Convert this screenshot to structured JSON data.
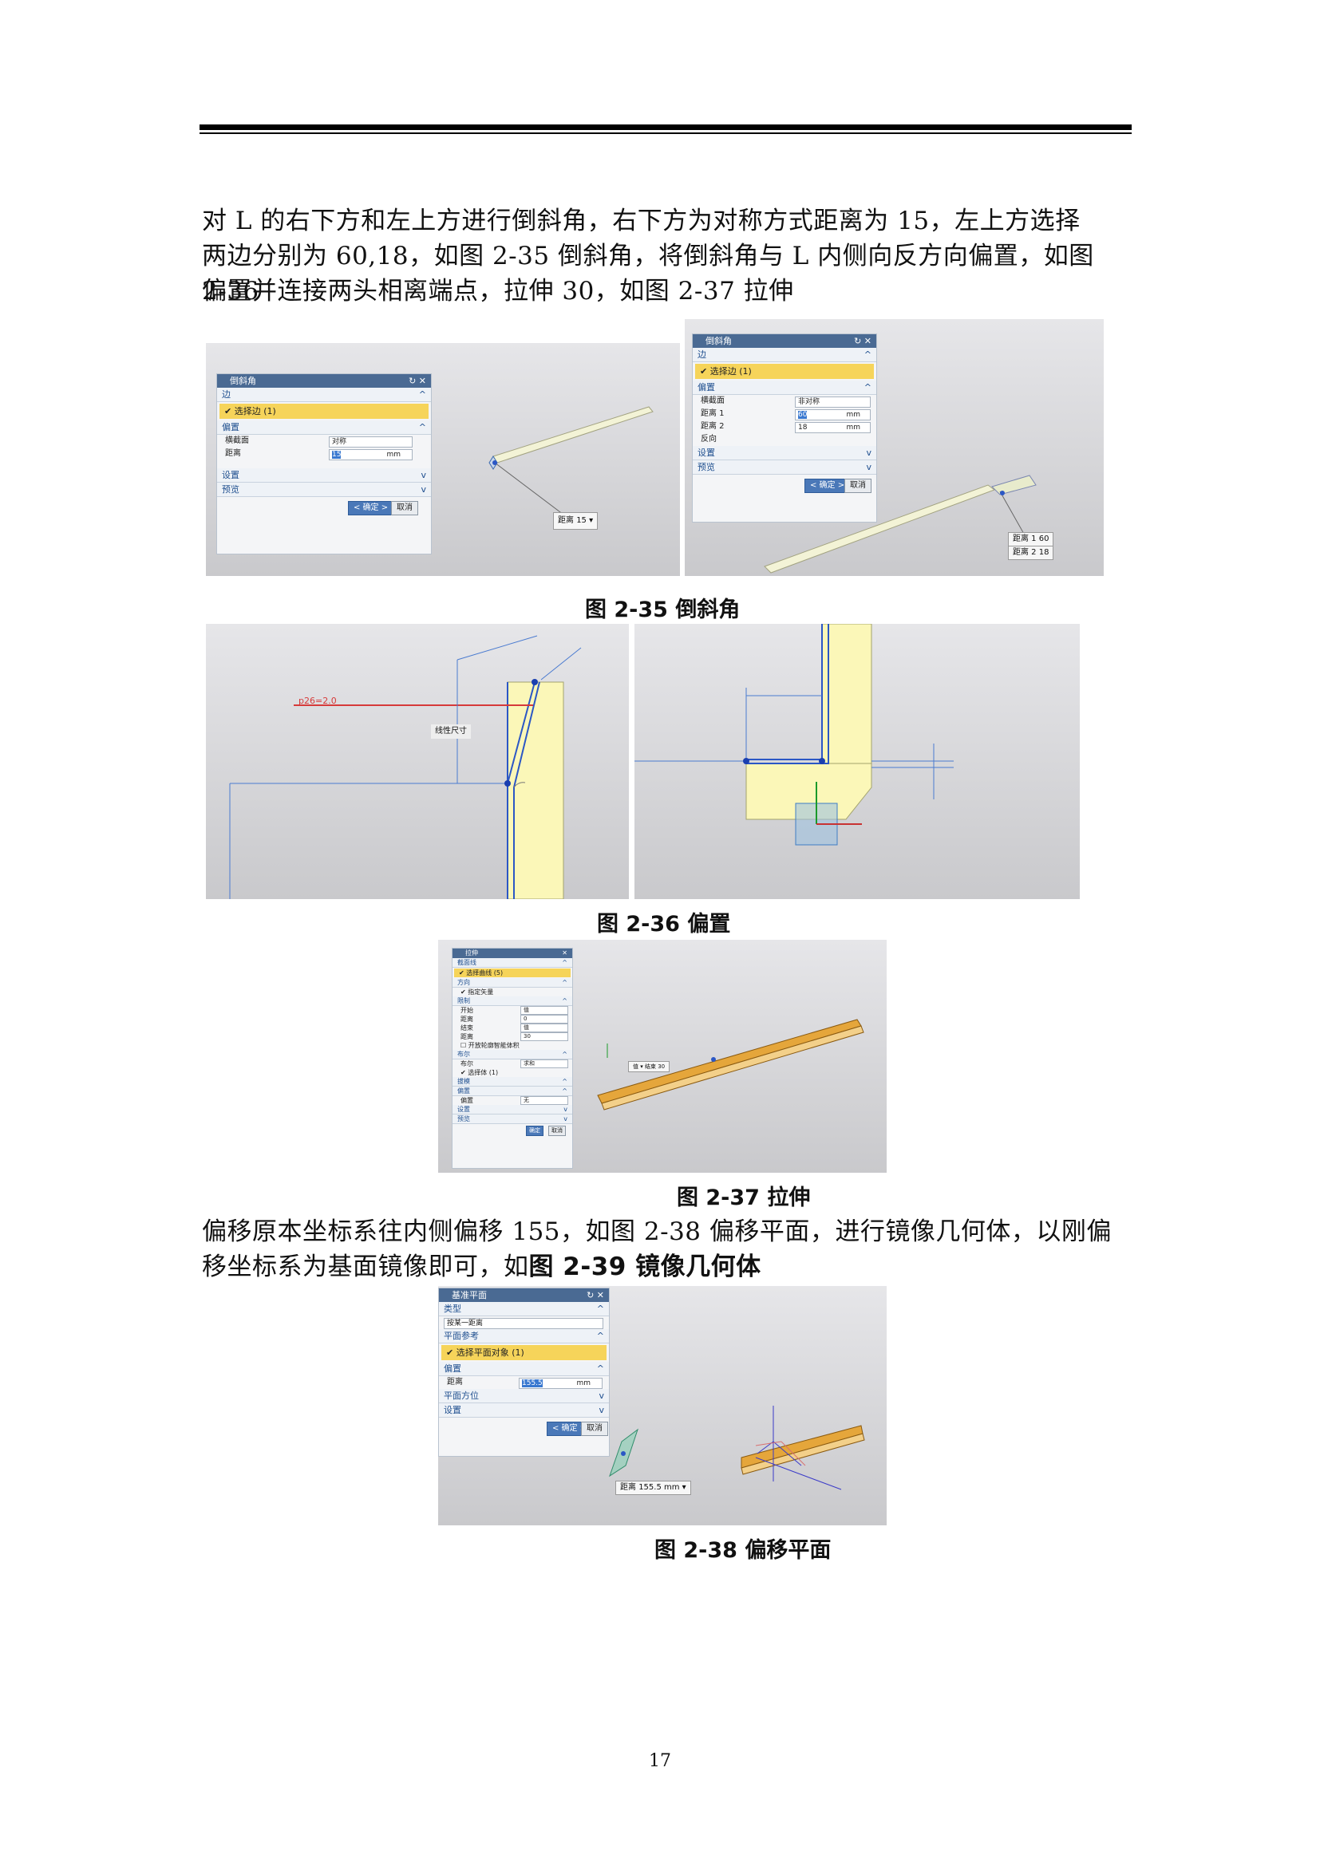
{
  "paragraphs": {
    "p1_line1": "对 L 的右下方和左上方进行倒斜角，右下方为对称方式距离为 15，左上方选择",
    "p1_line2": "两边分别为 60,18，如图 2-35 倒斜角，将倒斜角与 L 内侧向反方向偏置，如图 2-36",
    "p1_line3": "偏置并连接两头相离端点，拉伸 30，如图 2-37 拉伸",
    "p2_line1": "偏移原本坐标系往内侧偏移 155，如图 2-38 偏移平面，进行镜像几何体，以刚偏",
    "p2_line2_plain": "移坐标系为基面镜像即可，如",
    "p2_line2_bold": "图 2-39 镜像几何体"
  },
  "captions": {
    "fig35": "图 2-35 倒斜角",
    "fig36": "图 2-36 偏置",
    "fig37": "图 2-37 拉伸",
    "fig38": "图 2-38 偏移平面"
  },
  "fig35a": {
    "title": "倒斜角",
    "sec_edge": "边",
    "select_edge": "✔ 选择边 (1)",
    "sec_offset": "偏置",
    "cross_section_label": "横截面",
    "cross_section_value": "对称",
    "distance_label": "距离",
    "distance_value": "15",
    "unit": "mm",
    "sec_settings": "设置",
    "sec_preview": "预览",
    "ok": "< 确定 >",
    "cancel": "取消",
    "tip_label": "距离",
    "tip_value": "15"
  },
  "fig35b": {
    "title": "倒斜角",
    "sec_edge": "边",
    "select_edge": "✔ 选择边 (1)",
    "sec_offset": "偏置",
    "cross_section_label": "横截面",
    "cross_section_value": "非对称",
    "distance1_label": "距离 1",
    "distance1_value": "60",
    "distance2_label": "距离 2",
    "distance2_value": "18",
    "unit": "mm",
    "reverse_label": "反向",
    "sec_settings": "设置",
    "sec_preview": "预览",
    "ok": "< 确定 >",
    "cancel": "取消",
    "tip1": "距离 1  60",
    "tip2": "距离 2  18"
  },
  "fig36": {
    "red_label": "p26=2.0",
    "dim_tip": "线性尺寸"
  },
  "fig37": {
    "title": "拉伸",
    "sec_section": "截面线",
    "select_curve": "✔ 选择曲线 (5)",
    "sec_direction": "方向",
    "specify_vector": "✔ 指定矢量",
    "sec_limits": "限制",
    "start": "开始",
    "start_value": "值",
    "distance": "距离",
    "distance_value": "0",
    "end": "结束",
    "end_value": "值",
    "end_distance": "距离",
    "end_distance_value": "30",
    "unit": "mm",
    "open_profile": "开放轮廓智能体积",
    "sec_boolean": "布尔",
    "boolean": "布尔",
    "boolean_value": "求和",
    "select_body": "✔ 选择体 (1)",
    "sec_draft": "拔模",
    "sec_offset": "偏置",
    "offset": "偏置",
    "offset_value": "无",
    "sec_settings": "设置",
    "sec_preview": "预览",
    "ok": "确定",
    "cancel": "取消",
    "tip": "值 ▾ 结束 30"
  },
  "fig38": {
    "title": "基准平面",
    "sec_type": "类型",
    "type_value": "按某一距离",
    "sec_ref": "平面参考",
    "select_plane": "✔ 选择平面对象 (1)",
    "sec_offset": "偏置",
    "distance_label": "距离",
    "distance_value": "155.5",
    "unit": "mm",
    "sec_orient": "平面方位",
    "sec_settings": "设置",
    "ok": "< 确定 >",
    "cancel": "取消",
    "tip_label": "距离",
    "tip_value": "155.5",
    "tip_unit": "mm"
  },
  "page_number": "17"
}
